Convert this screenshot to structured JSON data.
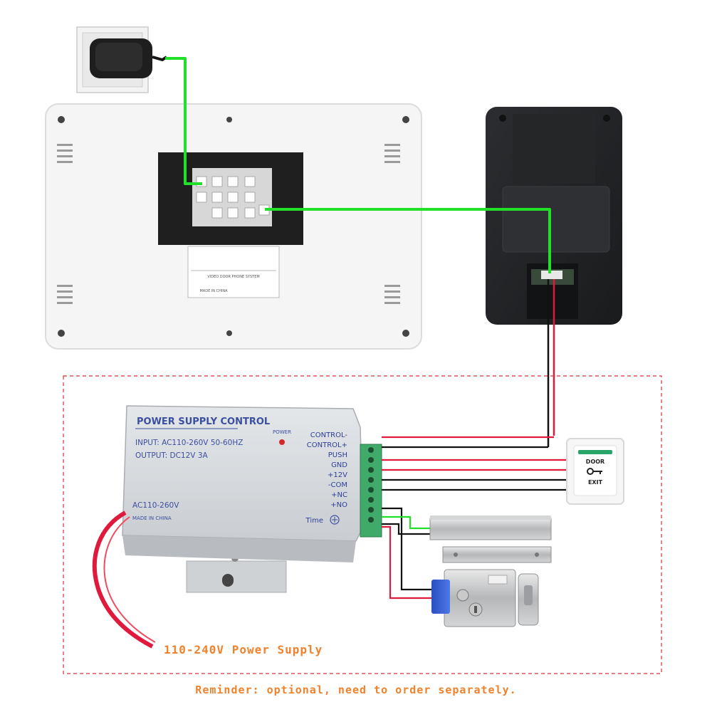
{
  "psu": {
    "title": "POWER SUPPLY CONTROL",
    "input": "INPUT: AC110-260V 50-60HZ",
    "output": "OUTPUT:  DC12V  3A",
    "power_label": "POWER",
    "ac_label": "AC110-260V",
    "made_in": "MADE IN CHINA",
    "time_label": "Time",
    "terminals": [
      "CONTROL-",
      "CONTROL+",
      "PUSH",
      "GND",
      "+12V",
      "-COM",
      "+NC",
      "+NO"
    ]
  },
  "monitor_label": {
    "system": "VIDEO DOOR PHONE SYSTEM",
    "made_in": "MADE IN CHINA"
  },
  "exit_button": {
    "line1": "DOOR",
    "line2": "EXIT"
  },
  "power_supply_caption": "110-240V Power Supply",
  "reminder": "Reminder: optional, need to order separately.",
  "colors": {
    "green_wire": "#22e02a",
    "red_wire": "#e01a3c",
    "black_wire": "#111111",
    "dashed_box": "#d8323a",
    "accent_text": "#f0822c",
    "psu_text": "#3a4fa0"
  }
}
